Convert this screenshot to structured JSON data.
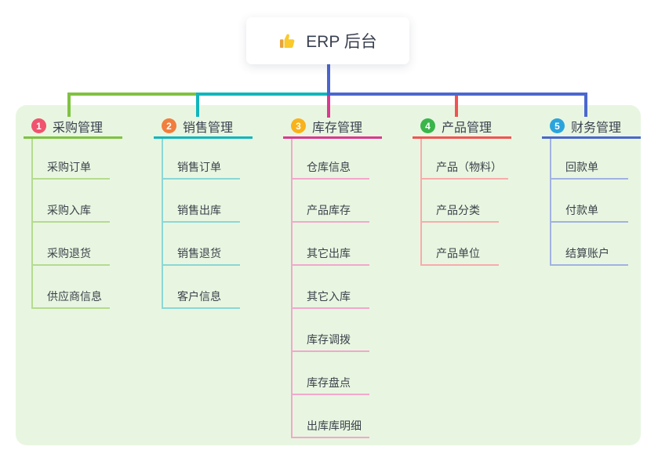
{
  "root": {
    "label": "ERP 后台",
    "icon": "thumbs-up-icon",
    "stem_color": "#4a64cf"
  },
  "panel": {
    "bg": "#e8f6e1"
  },
  "branches": [
    {
      "badge": "1",
      "label": "采购管理",
      "colors": {
        "badge": "#f0536e",
        "line": "#7fc241",
        "child_line": "#b5db90"
      },
      "children": [
        "采购订单",
        "采购入库",
        "采购退货",
        "供应商信息"
      ]
    },
    {
      "badge": "2",
      "label": "销售管理",
      "colors": {
        "badge": "#f17e3e",
        "line": "#10b6bc",
        "child_line": "#8bd7d5"
      },
      "children": [
        "销售订单",
        "销售出库",
        "销售退货",
        "客户信息"
      ]
    },
    {
      "badge": "3",
      "label": "库存管理",
      "colors": {
        "badge": "#f8b21b",
        "line": "#da3991",
        "child_line": "#f3a7cd"
      },
      "children": [
        "仓库信息",
        "产品库存",
        "其它出库",
        "其它入库",
        "库存调拨",
        "库存盘点",
        "出库库明细"
      ]
    },
    {
      "badge": "4",
      "label": "产品管理",
      "colors": {
        "badge": "#3ab54a",
        "line": "#f25353",
        "child_line": "#f8abab"
      },
      "children": [
        "产品（物料）",
        "产品分类",
        "产品单位"
      ]
    },
    {
      "badge": "5",
      "label": "财务管理",
      "colors": {
        "badge": "#2ba4dc",
        "line": "#4a68ce",
        "child_line": "#a2b2e2"
      },
      "children": [
        "回款单",
        "付款单",
        "结算账户"
      ]
    }
  ]
}
